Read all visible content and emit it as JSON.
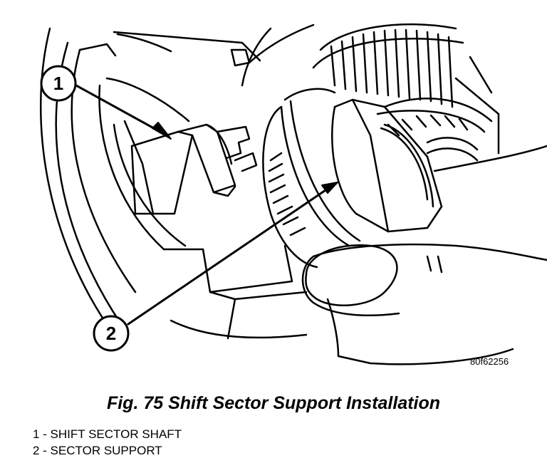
{
  "figure": {
    "code": "80f62256",
    "caption": "Fig. 75 Shift Sector Support Installation"
  },
  "callouts": [
    {
      "number": "1",
      "label": "SHIFT SECTOR SHAFT"
    },
    {
      "number": "2",
      "label": "SECTOR SUPPORT"
    }
  ],
  "legend": {
    "items": [
      "1 - SHIFT SECTOR SHAFT",
      "2 - SECTOR SUPPORT"
    ]
  }
}
